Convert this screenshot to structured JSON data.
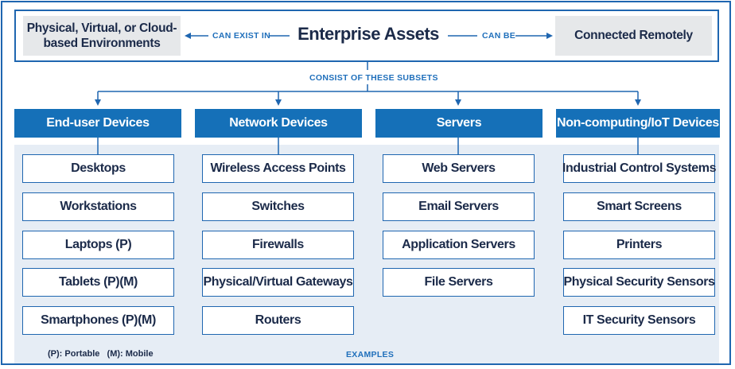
{
  "top": {
    "left_box": "Physical, Virtual, or Cloud-based Environments",
    "can_exist_in": "CAN EXIST IN",
    "title": "Enterprise Assets",
    "can_be": "CAN BE",
    "right_box": "Connected Remotely",
    "consist_of": "CONSIST OF THESE SUBSETS"
  },
  "categories": [
    {
      "name": "End-user Devices",
      "items": [
        "Desktops",
        "Workstations",
        "Laptops (P)",
        "Tablets (P)(M)",
        "Smartphones (P)(M)"
      ]
    },
    {
      "name": "Network Devices",
      "items": [
        "Wireless Access Points",
        "Switches",
        "Firewalls",
        "Physical/Virtual Gateways",
        "Routers"
      ]
    },
    {
      "name": "Servers",
      "items": [
        "Web Servers",
        "Email Servers",
        "Application Servers",
        "File Servers"
      ]
    },
    {
      "name": "Non-computing/IoT Devices",
      "items": [
        "Industrial Control Systems",
        "Smart Screens",
        "Printers",
        "Physical Security Sensors",
        "IT Security Sensors"
      ]
    }
  ],
  "legend": "(P): Portable   (M): Mobile",
  "examples": "EXAMPLES",
  "colors": {
    "header_blue": "#1570b8",
    "border_blue": "#1f66b0",
    "text_navy": "#1b2a49",
    "panel": "#e6edf5",
    "grey_box": "#e6e8ea"
  }
}
